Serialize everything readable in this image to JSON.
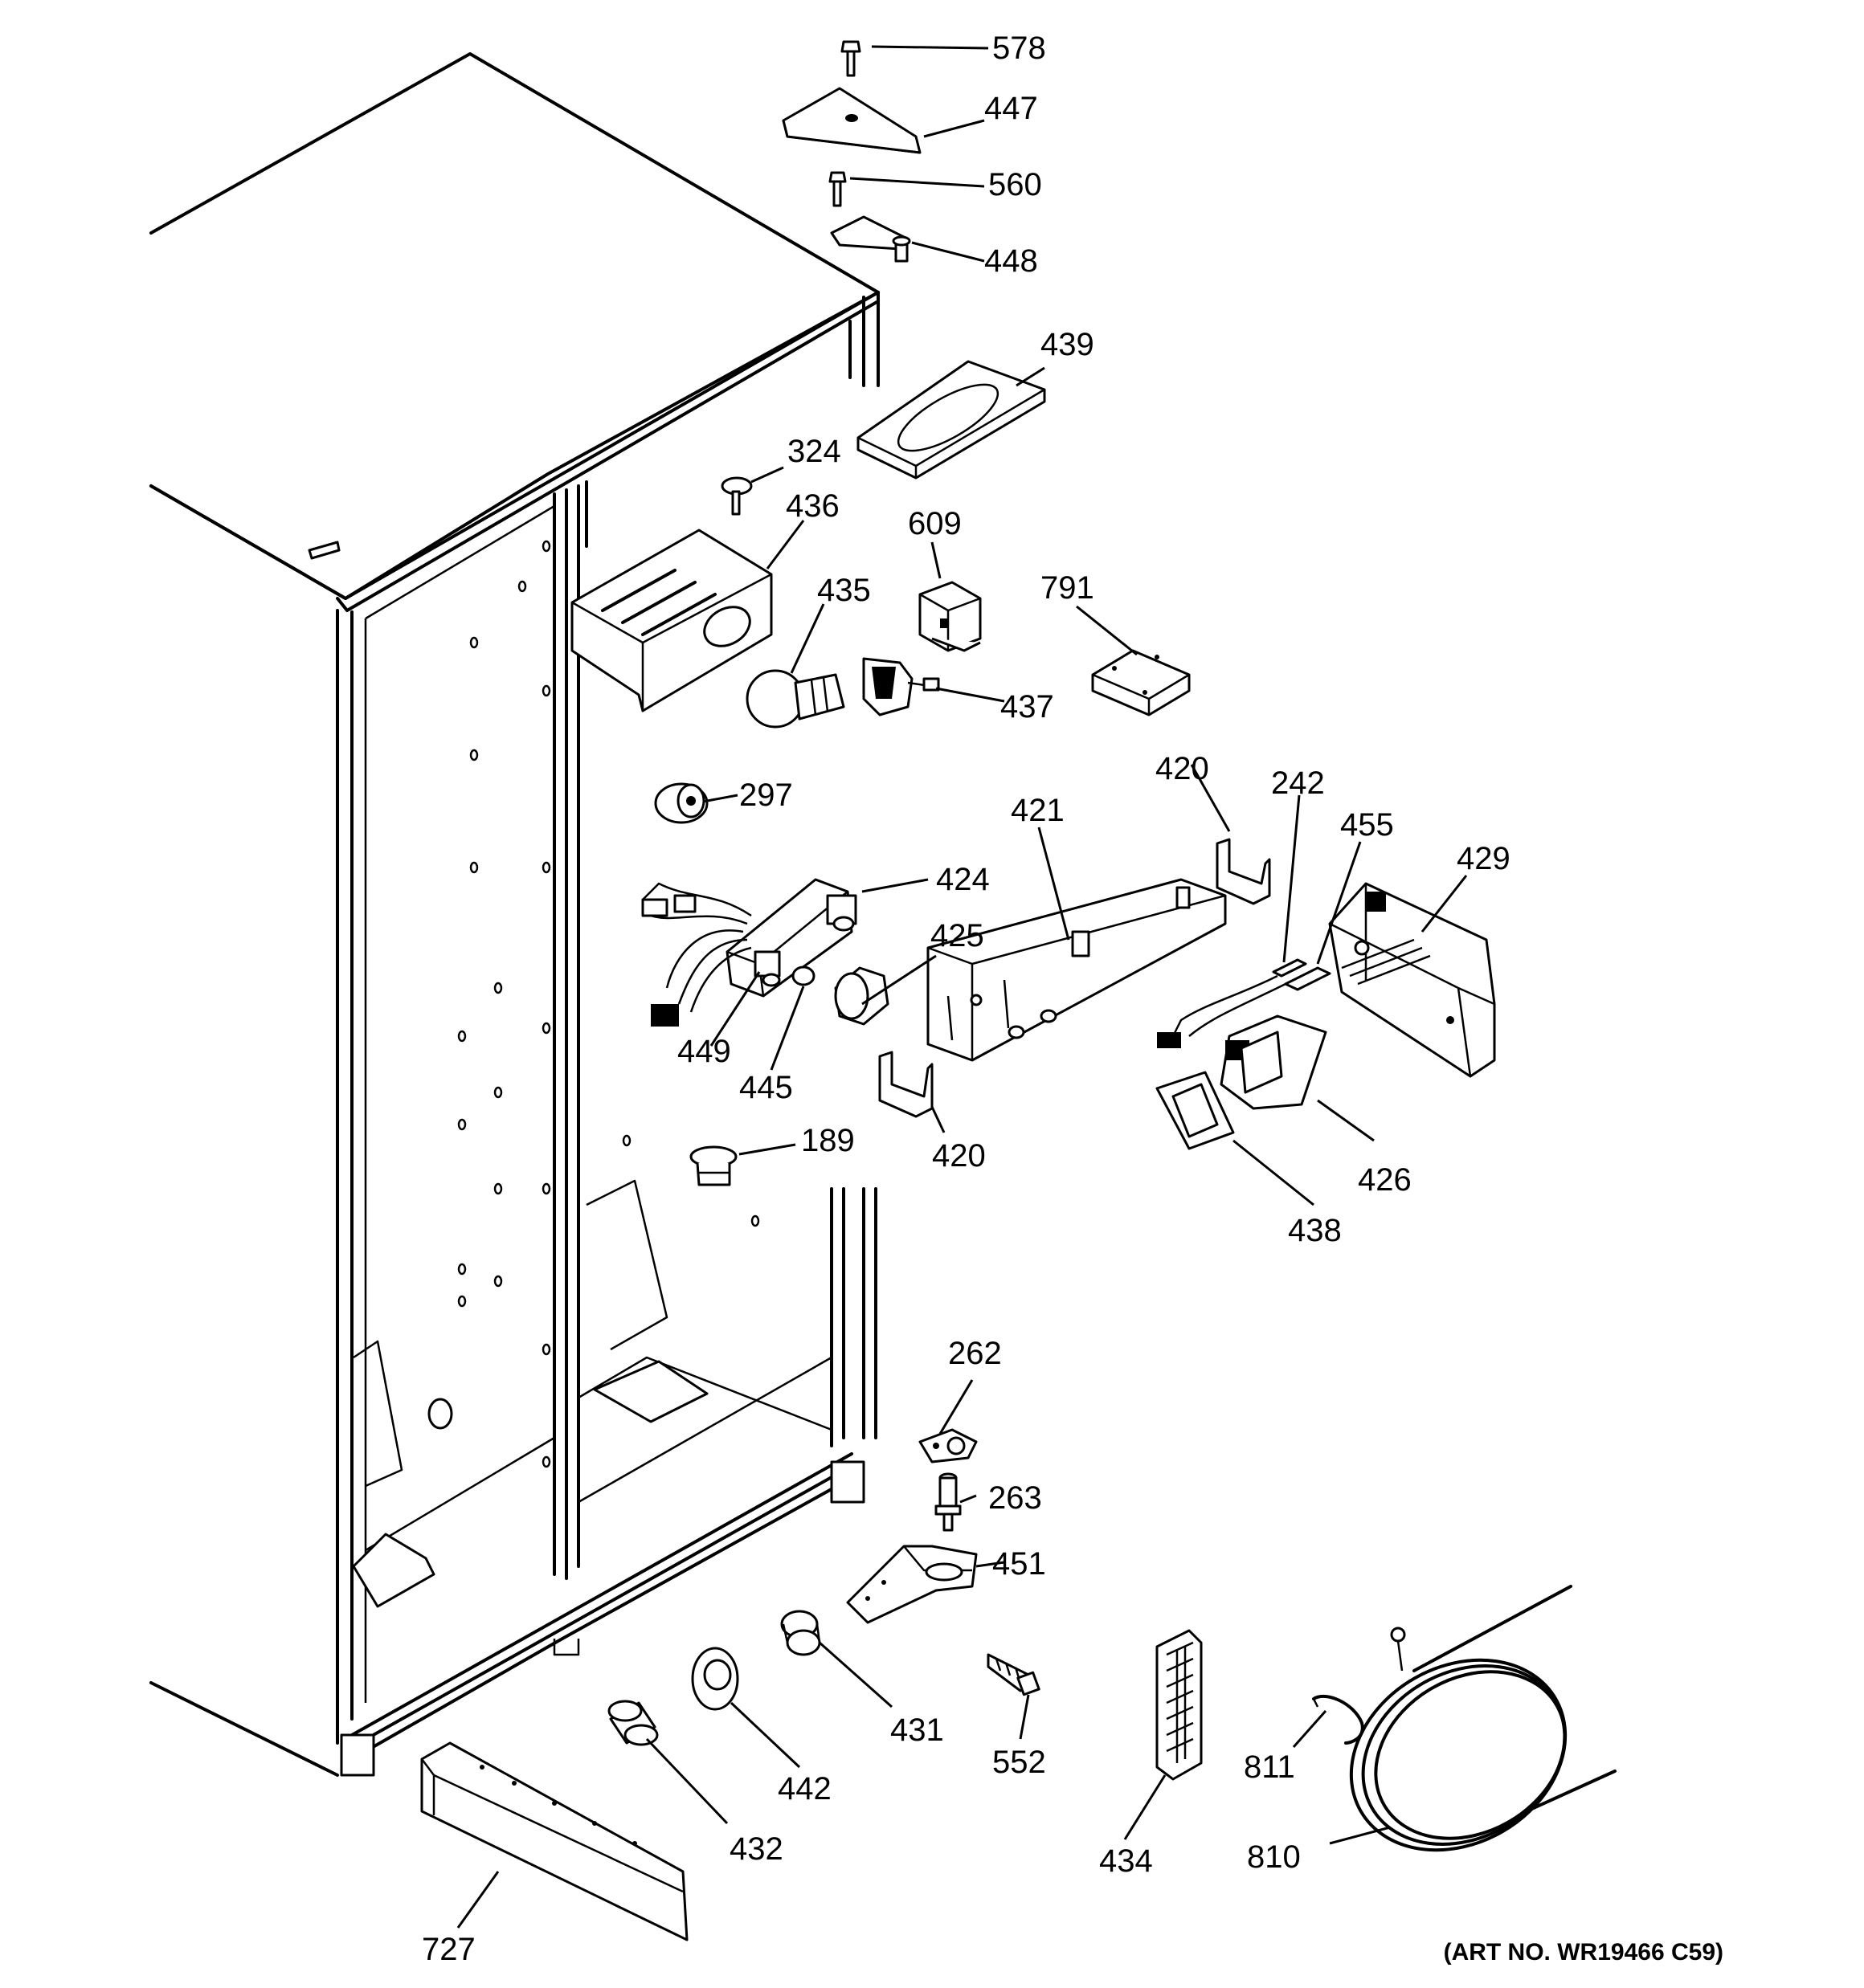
{
  "art_number": "(ART NO. WR19466 C59)",
  "callouts": [
    {
      "id": "578",
      "label": "578"
    },
    {
      "id": "447",
      "label": "447"
    },
    {
      "id": "560",
      "label": "560"
    },
    {
      "id": "448",
      "label": "448"
    },
    {
      "id": "439",
      "label": "439"
    },
    {
      "id": "324",
      "label": "324"
    },
    {
      "id": "436",
      "label": "436"
    },
    {
      "id": "609",
      "label": "609"
    },
    {
      "id": "435",
      "label": "435"
    },
    {
      "id": "791",
      "label": "791"
    },
    {
      "id": "437",
      "label": "437"
    },
    {
      "id": "297",
      "label": "297"
    },
    {
      "id": "420a",
      "label": "420"
    },
    {
      "id": "242",
      "label": "242"
    },
    {
      "id": "421",
      "label": "421"
    },
    {
      "id": "455",
      "label": "455"
    },
    {
      "id": "429",
      "label": "429"
    },
    {
      "id": "424",
      "label": "424"
    },
    {
      "id": "425",
      "label": "425"
    },
    {
      "id": "449",
      "label": "449"
    },
    {
      "id": "445",
      "label": "445"
    },
    {
      "id": "420b",
      "label": "420"
    },
    {
      "id": "426",
      "label": "426"
    },
    {
      "id": "189",
      "label": "189"
    },
    {
      "id": "438",
      "label": "438"
    },
    {
      "id": "262",
      "label": "262"
    },
    {
      "id": "263",
      "label": "263"
    },
    {
      "id": "451",
      "label": "451"
    },
    {
      "id": "431",
      "label": "431"
    },
    {
      "id": "552",
      "label": "552"
    },
    {
      "id": "811",
      "label": "811"
    },
    {
      "id": "442",
      "label": "442"
    },
    {
      "id": "432",
      "label": "432"
    },
    {
      "id": "434",
      "label": "434"
    },
    {
      "id": "810",
      "label": "810"
    },
    {
      "id": "727",
      "label": "727"
    }
  ]
}
